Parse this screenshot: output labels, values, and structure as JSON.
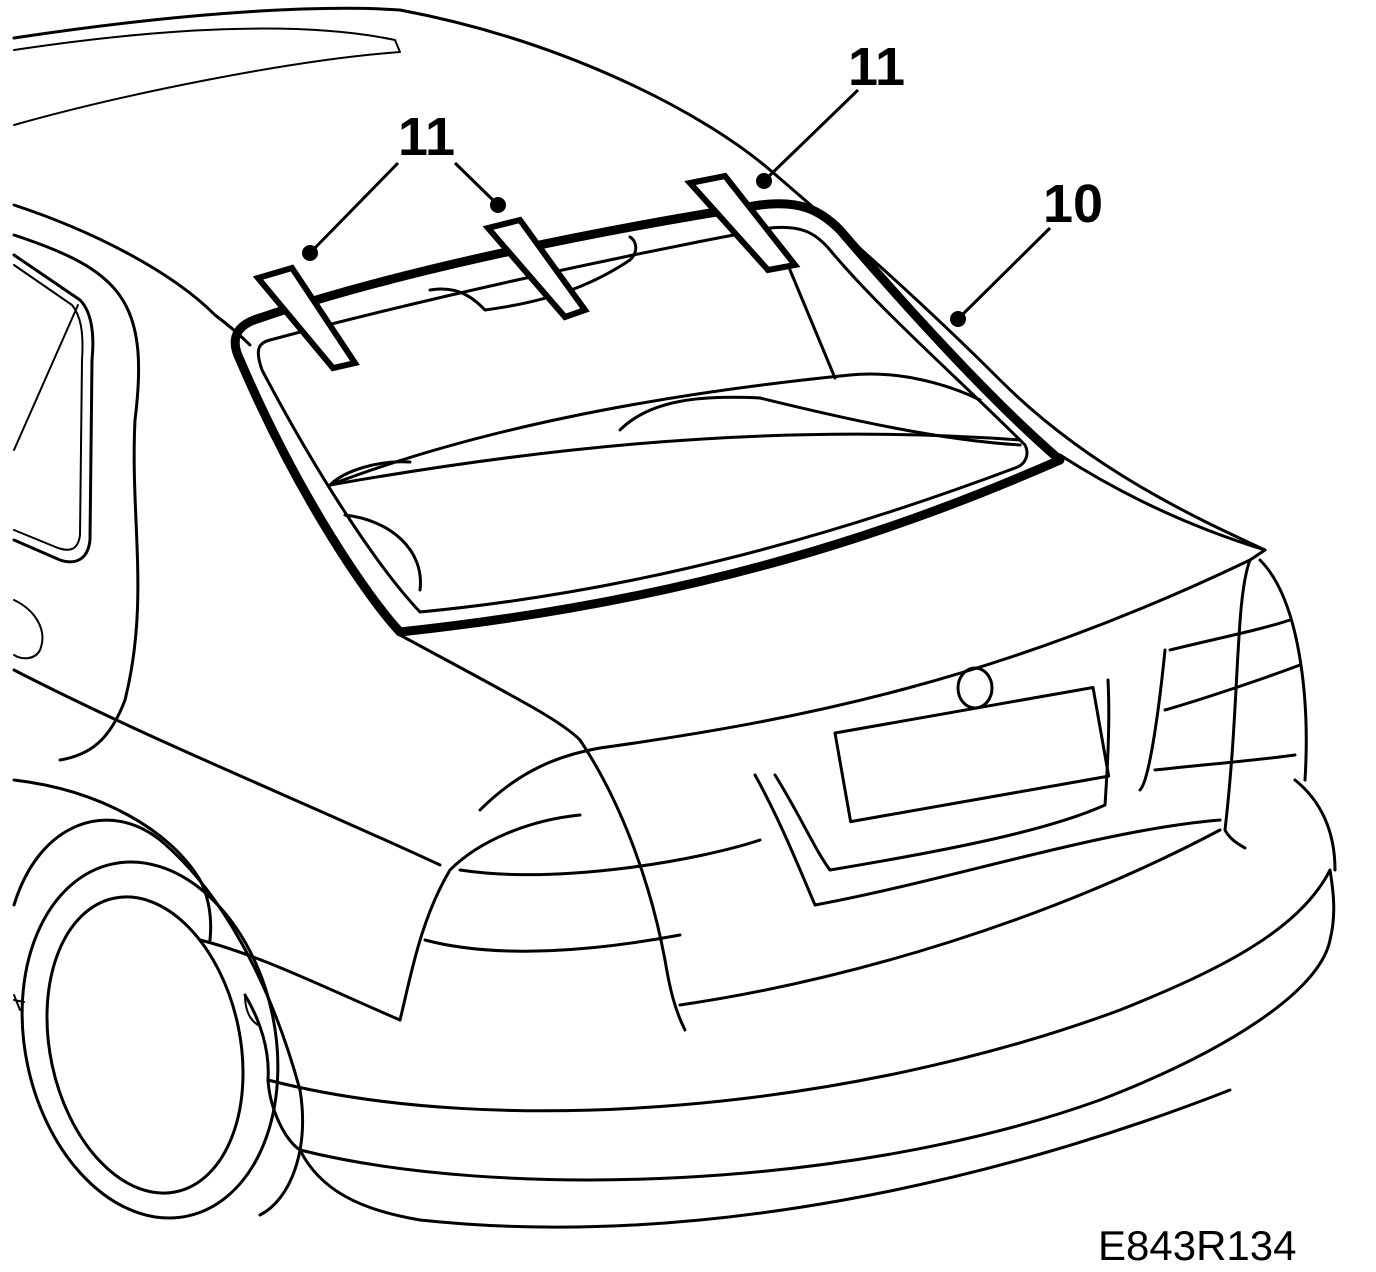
{
  "figure": {
    "callouts": [
      {
        "id": "left-clip",
        "label": "11"
      },
      {
        "id": "middle-clip",
        "label": "11"
      },
      {
        "id": "right-clip",
        "label": "11"
      },
      {
        "id": "window-molding",
        "label": "10"
      }
    ],
    "reference_code": "E843R134"
  }
}
